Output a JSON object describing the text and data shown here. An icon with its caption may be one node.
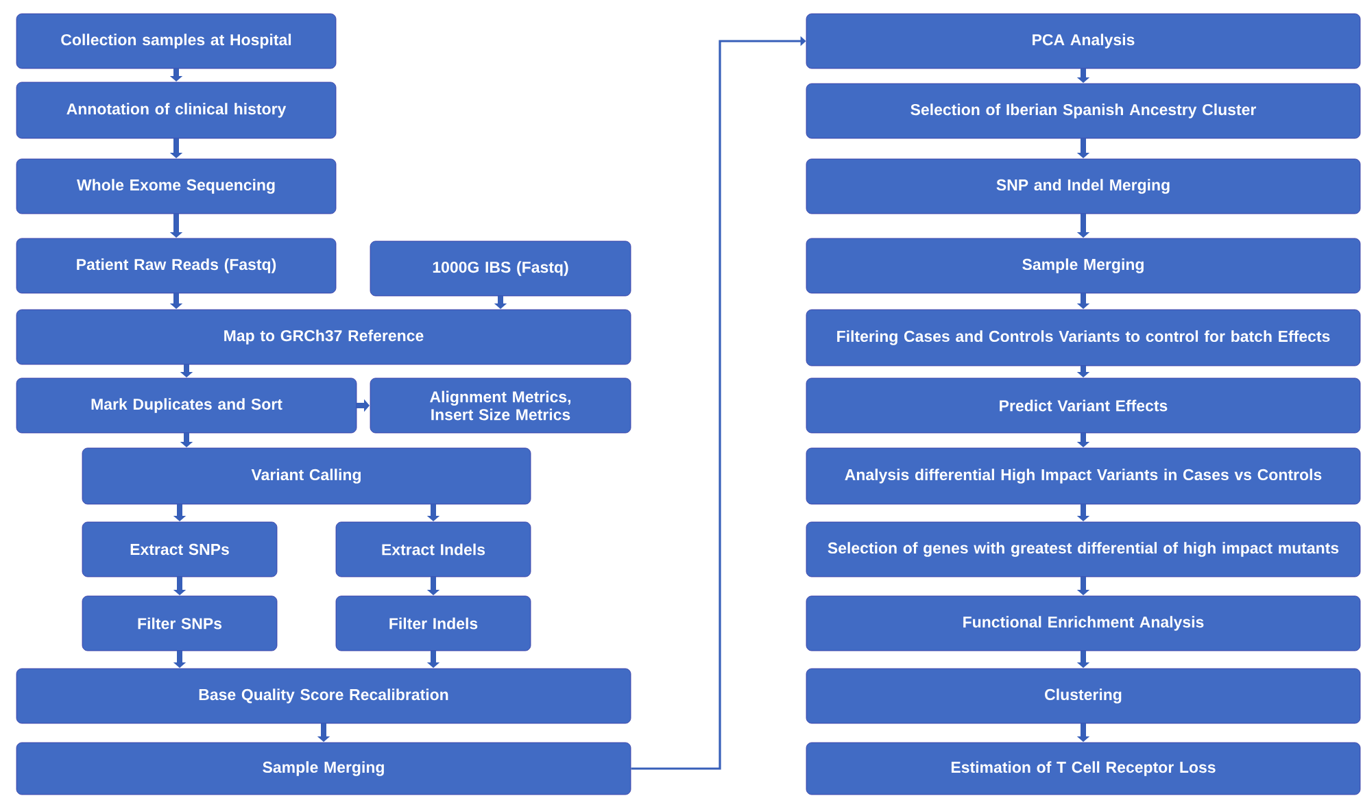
{
  "diagram": {
    "nodes": [
      {
        "text": [
          "Collection samples at Hospital"
        ]
      },
      {
        "text": [
          "Annotation of clinical history"
        ]
      },
      {
        "text": [
          "Whole Exome Sequencing"
        ]
      },
      {
        "text": [
          "Patient Raw Reads (Fastq)"
        ]
      },
      {
        "text": [
          "1000G IBS (Fastq)"
        ]
      },
      {
        "text": [
          "Map to GRCh37 Reference"
        ]
      },
      {
        "text": [
          "Mark Duplicates and Sort"
        ]
      },
      {
        "text": [
          "Alignment Metrics, Insert Size Metrics"
        ]
      },
      {
        "text": [
          "Variant Calling"
        ]
      },
      {
        "text": [
          "Extract SNPs"
        ]
      },
      {
        "text": [
          "Extract Indels"
        ]
      },
      {
        "text": [
          "Filter SNPs"
        ]
      },
      {
        "text": [
          "Filter Indels"
        ]
      },
      {
        "text": [
          "Base Quality Score Recalibration"
        ]
      },
      {
        "text": [
          "Sample Merging"
        ]
      },
      {
        "text": [
          "PCA Analysis"
        ]
      },
      {
        "text": [
          "Selection of Iberian Spanish Ancestry Cluster"
        ]
      },
      {
        "text": [
          "SNP and Indel Merging"
        ]
      },
      {
        "text": [
          "Sample Merging"
        ]
      },
      {
        "text": [
          "Filtering Cases and Controls Variants to control for batch Effects"
        ]
      },
      {
        "text": [
          "Predict Variant Effects"
        ]
      },
      {
        "text": [
          "Analysis differential High Impact Variants in Cases vs Controls"
        ]
      },
      {
        "text": [
          "Selection of genes with greatest differential of high impact mutants"
        ]
      },
      {
        "text": [
          "Functional Enrichment Analysis"
        ]
      },
      {
        "text": [
          "Clustering"
        ]
      },
      {
        "text": [
          "Estimation of T Cell Receptor Loss"
        ]
      }
    ],
    "edges": [
      {
        "from": 0,
        "to": 1,
        "arrow": "to"
      },
      {
        "from": 1,
        "to": 2,
        "arrow": "to"
      },
      {
        "from": 2,
        "to": 3,
        "arrow": "to"
      },
      {
        "from": 3,
        "to": 5,
        "arrow": "to"
      },
      {
        "from": 4,
        "to": 5,
        "arrow": "to"
      },
      {
        "from": 5,
        "to": 6,
        "arrow": "to"
      },
      {
        "from": 6,
        "to": 7,
        "arrow": "to"
      },
      {
        "from": 6,
        "to": 8,
        "arrow": "to"
      },
      {
        "from": 8,
        "to": 9,
        "arrow": "to"
      },
      {
        "from": 8,
        "to": 10,
        "arrow": "to"
      },
      {
        "from": 9,
        "to": 11,
        "arrow": "to"
      },
      {
        "from": 10,
        "to": 12,
        "arrow": "to"
      },
      {
        "from": 11,
        "to": 13,
        "arrow": "to"
      },
      {
        "from": 12,
        "to": 13,
        "arrow": "to"
      },
      {
        "from": 13,
        "to": 14,
        "arrow": "to"
      },
      {
        "from": 14,
        "to": 15,
        "arrow": "to"
      },
      {
        "from": 15,
        "to": 16,
        "arrow": "to"
      },
      {
        "from": 16,
        "to": 17,
        "arrow": "to"
      },
      {
        "from": 17,
        "to": 18,
        "arrow": "to"
      },
      {
        "from": 18,
        "to": 19,
        "arrow": "to"
      },
      {
        "from": 19,
        "to": 20,
        "arrow": "to"
      },
      {
        "from": 20,
        "to": 21,
        "arrow": "to"
      },
      {
        "from": 21,
        "to": 22,
        "arrow": "to"
      },
      {
        "from": 22,
        "to": 23,
        "arrow": "to"
      },
      {
        "from": 23,
        "to": 24,
        "arrow": "to"
      },
      {
        "from": 24,
        "to": 25,
        "arrow": "to"
      }
    ]
  }
}
